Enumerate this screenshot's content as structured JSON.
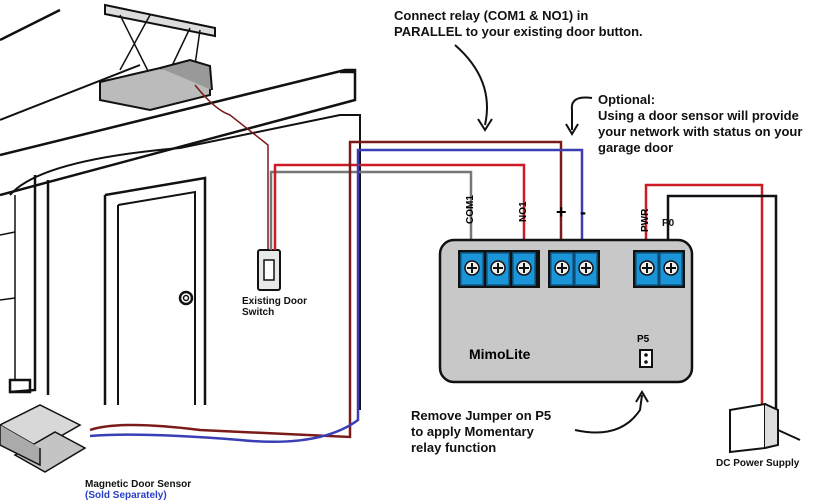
{
  "annotations": {
    "connect_relay": "Connect relay (COM1 & NO1) in\nPARALLEL to your existing door button.",
    "optional_title": "Optional:",
    "optional_body": "Using a door sensor will provide\nyour network with status on your\ngarage door",
    "remove_jumper": "Remove Jumper on P5\nto apply Momentary\nrelay function"
  },
  "labels": {
    "existing_switch": "Existing Door\nSwitch",
    "magnetic_sensor": "Magnetic Door Sensor",
    "sold_separately": "(Sold Separately)",
    "dc_power": "DC Power Supply",
    "device_name": "MimoLite",
    "p5": "P5",
    "com1": "COM1",
    "no1": "NO1",
    "pwr": "PWR",
    "p0": "P0",
    "plus": "+",
    "minus": "-"
  },
  "colors": {
    "red_wire": "#cc1b22",
    "blue_wire": "#3a3fb5",
    "dark_wire": "#7a1a1a",
    "gray_wire": "#777777",
    "device_body": "#c8c8c8",
    "terminal_blue": "#1c95d8"
  }
}
